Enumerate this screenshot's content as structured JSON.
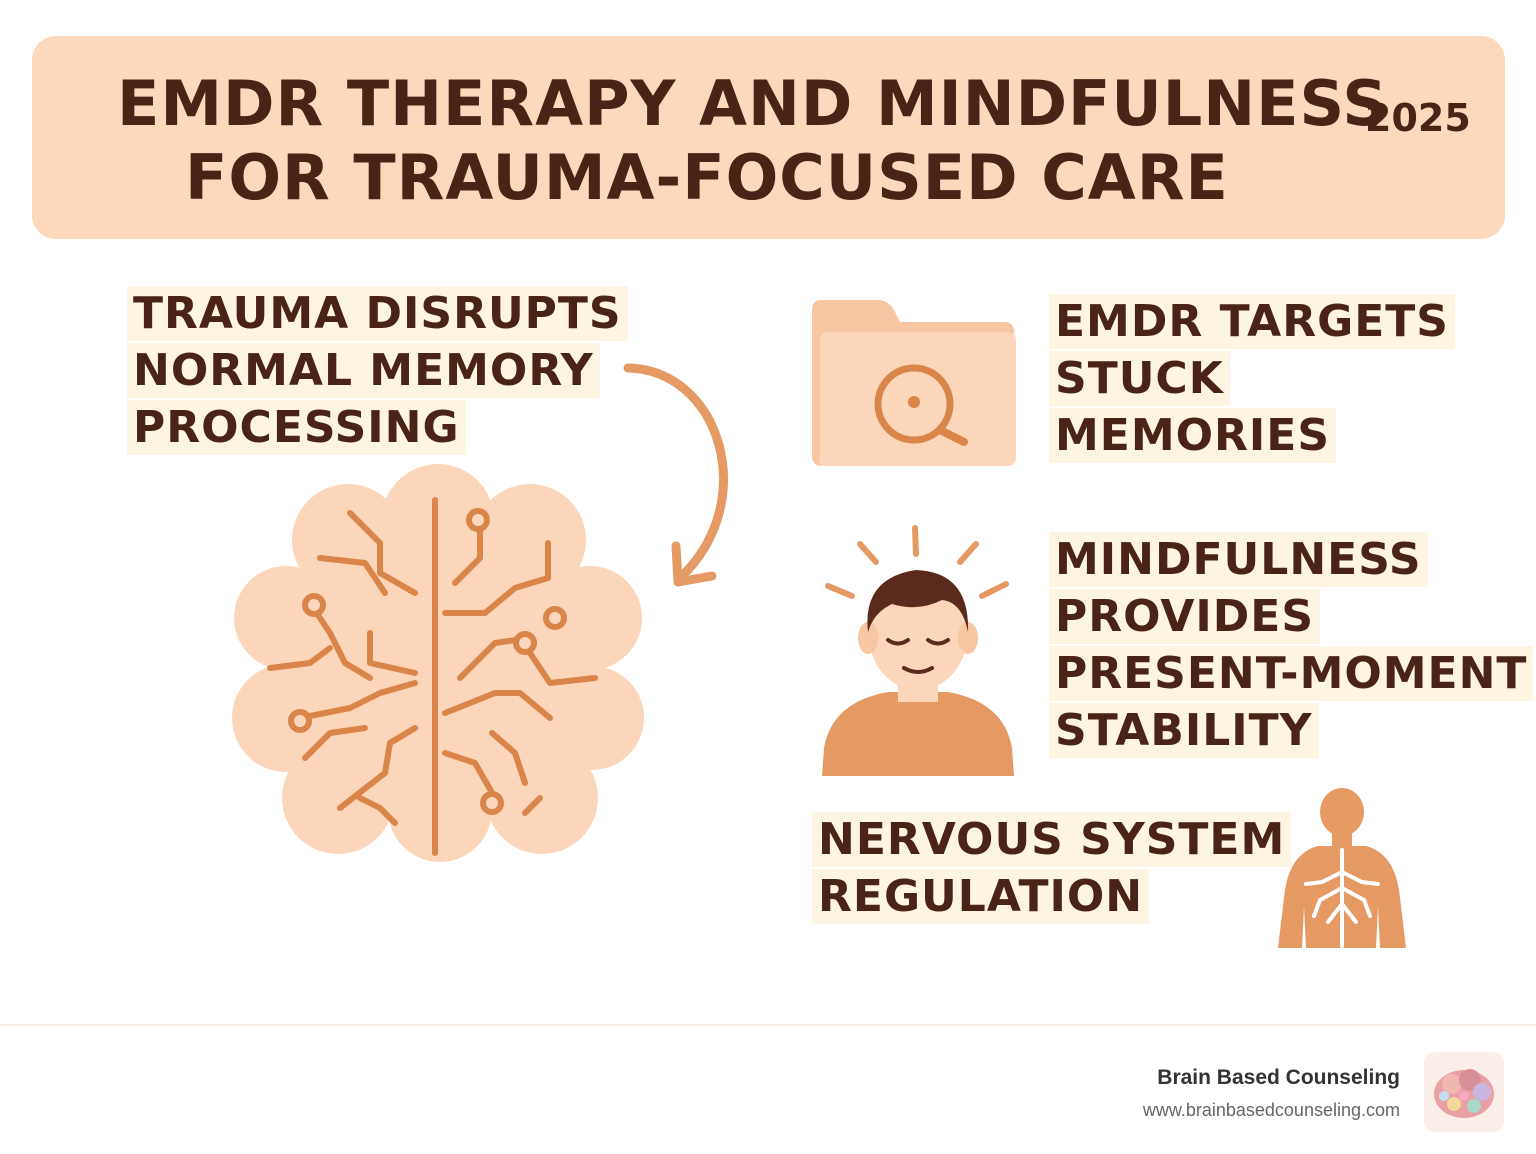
{
  "header": {
    "title_line_1": "EMDR THERAPY AND MINDFULNESS",
    "title_line_2": "FOR TRAUMA-FOCUSED CARE",
    "year": "2025"
  },
  "points": {
    "trauma": [
      "TRAUMA DISRUPTS",
      "NORMAL MEMORY",
      "PROCESSING"
    ],
    "emdr": [
      "EMDR TARGETS",
      "STUCK",
      "MEMORIES"
    ],
    "mindfulness": [
      "MINDFULNESS",
      "PROVIDES",
      "PRESENT-MOMENT",
      "STABILITY"
    ],
    "nervous": [
      "NERVOUS SYSTEM",
      "REGULATION"
    ]
  },
  "icons": {
    "brain": "brain-circuit-icon",
    "arrow": "curved-arrow-icon",
    "folder": "folder-search-icon",
    "person": "meditating-person-icon",
    "body": "body-nervous-system-icon",
    "logo": "brain-logo-icon"
  },
  "colors": {
    "banner": "#fcd8bc",
    "text": "#4a2317",
    "highlight": "#fdf4e2",
    "accent": "#d9854a",
    "icon_light": "#fbd6bb",
    "icon_mid": "#e59a64"
  },
  "footer": {
    "brand": "Brain Based Counseling",
    "url": "www.brainbasedcounseling.com"
  }
}
